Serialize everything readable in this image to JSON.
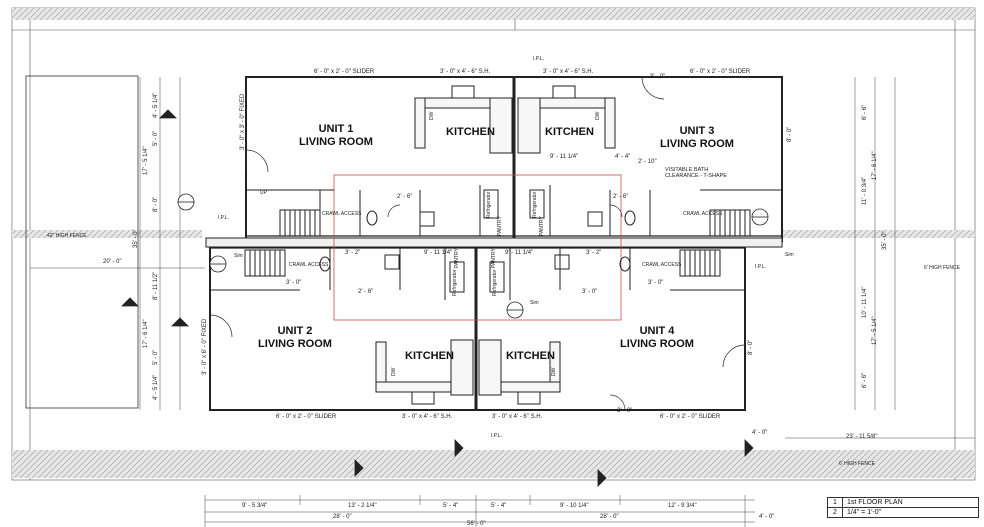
{
  "rooms": {
    "unit1": {
      "unit": "UNIT 1",
      "room": "LIVING ROOM"
    },
    "unit2": {
      "unit": "UNIT 2",
      "room": "LIVING ROOM"
    },
    "unit3": {
      "unit": "UNIT 3",
      "room": "LIVING ROOM"
    },
    "unit4": {
      "unit": "UNIT 4",
      "room": "LIVING ROOM"
    },
    "kitchen": "KITCHEN"
  },
  "windows": {
    "slider": "6' - 0\" x 2' - 0\" SLIDER",
    "sh": "3' - 0\" x 4' - 6\" S.H.",
    "fixed_v": "3' - 0\" x 3' - 0\" FIXED",
    "fixed_v2": "3' - 0\" x 6' - 0\" FIXED"
  },
  "labels": {
    "ipl": "I.P.L.",
    "dw": "DW",
    "refrigerator": "Refrigerator",
    "pantry": "PANTRY",
    "crawl_access": "CRAWL ACCESS",
    "up": "UP",
    "sim": "Sim",
    "bath_note": "VISITABLE BATH CLEARANCE - T-SHAPE",
    "fence_42": "42\" HIGH FENCE",
    "fence_6": "6' HIGH FENCE"
  },
  "dims": {
    "d_3_0": "3' - 0\"",
    "d_9_11_1_4": "9' - 11 1/4\"",
    "d_4_4": "4' - 4\"",
    "d_2_10": "2' - 10\"",
    "d_2_6": "2' - 6\"",
    "d_3_2": "3' - 2\"",
    "d_20_0": "20' - 0\"",
    "d_23_11_5_8": "23' - 11 5/8\"",
    "d_4_0": "4' - 0\"",
    "bottom1": "9' - 5 3/4\"",
    "bottom2": "13' - 2 1/4\"",
    "bottom3": "5' - 4\"",
    "bottom4": "5' - 4\"",
    "bottom5": "9' - 10 1/4\"",
    "bottom6": "12' - 9 3/4\"",
    "bottom_28a": "28' - 0\"",
    "bottom_28b": "28' - 0\"",
    "bottom_56": "56' - 0\"",
    "bottom_4_0": "4' - 0\"",
    "left_4_5_1_4": "4' - 5 1/4\"",
    "left_5_0": "5' - 0\"",
    "left_17_5_1_4": "17' - 5 1/4\"",
    "left_8_0": "8' - 0\"",
    "left_35_0": "35' - 0\"",
    "left_8_11_1_2": "8' - 11 1/2\"",
    "left_17_6_1_4": "17' - 6 1/4\"",
    "left_5_0b": "5' - 0\"",
    "left_4_5_1_4b": "4' - 5 1/4\"",
    "right_6_6": "6' - 6\"",
    "right_17_6_1_4": "17' - 6 1/4\"",
    "right_8_0": "8' - 0\"",
    "right_11_0_3_4": "11' - 0 3/4\"",
    "right_35_0": "35' - 0\"",
    "right_10_11_1_4": "10' - 11 1/4\"",
    "right_17_5_1_4": "17' - 5 1/4\"",
    "right_6_6b": "6' - 6\""
  },
  "title_block": {
    "num1": "1",
    "title": "1st FLOOR PLAN",
    "num2": "2",
    "scale": "1/4\" = 1'-0\""
  },
  "colors": {
    "line": "#222222",
    "red_box": "#d04848",
    "fence_fill": "#bfbfbf"
  }
}
